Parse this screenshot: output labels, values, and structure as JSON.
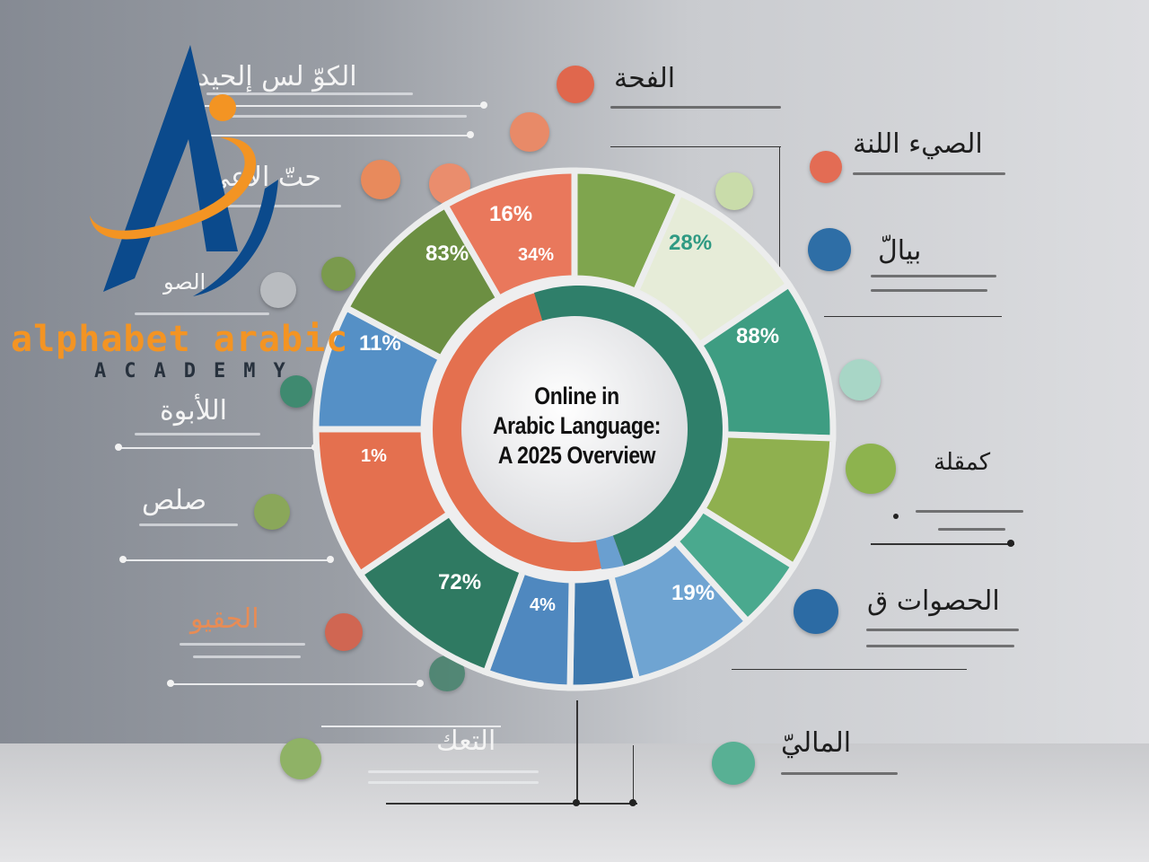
{
  "title": "Online in Arabic Language: A 2025 Overview",
  "title_lines": [
    "Online in",
    "Arabic Language:",
    "A 2025 Overview"
  ],
  "logo": {
    "name": "alphabet arabic",
    "sub": "ACADEMY",
    "colors": {
      "blue": "#0b4a8c",
      "orange": "#f39423"
    }
  },
  "segments": [
    {
      "label": "16%",
      "label2": "34%",
      "color": "#e9785c"
    },
    {
      "label": "",
      "color": "#7fa54e"
    },
    {
      "label": "28%",
      "color": "#e6ecd8",
      "label_color": "#2f9a83"
    },
    {
      "label": "88%",
      "color": "#3e9d82"
    },
    {
      "label": "",
      "color": "#8fb04f"
    },
    {
      "label": "",
      "color": "#4aa98e"
    },
    {
      "label": "19%",
      "color": "#6fa4d2"
    },
    {
      "label": "",
      "color": "#3d78ad"
    },
    {
      "label": "4%",
      "color": "#4f88bf"
    },
    {
      "label": "72%",
      "color": "#2f7a62"
    },
    {
      "label": "1%",
      "color": "#e4704f"
    },
    {
      "label": "11%",
      "color": "#5590c6"
    },
    {
      "label": "83%",
      "color": "#6c8f42"
    }
  ],
  "left_headings": [
    "الكوّ لس إلحيد",
    "حتّ الأعي",
    "الصو",
    "اللأبوة",
    "صلص",
    "الحقيو",
    "التعك"
  ],
  "right_headings": [
    "الفحة",
    "الصيء اللنة",
    "بيالّ",
    "كمقلة",
    "الحصوات ق",
    "الماليّ"
  ]
}
